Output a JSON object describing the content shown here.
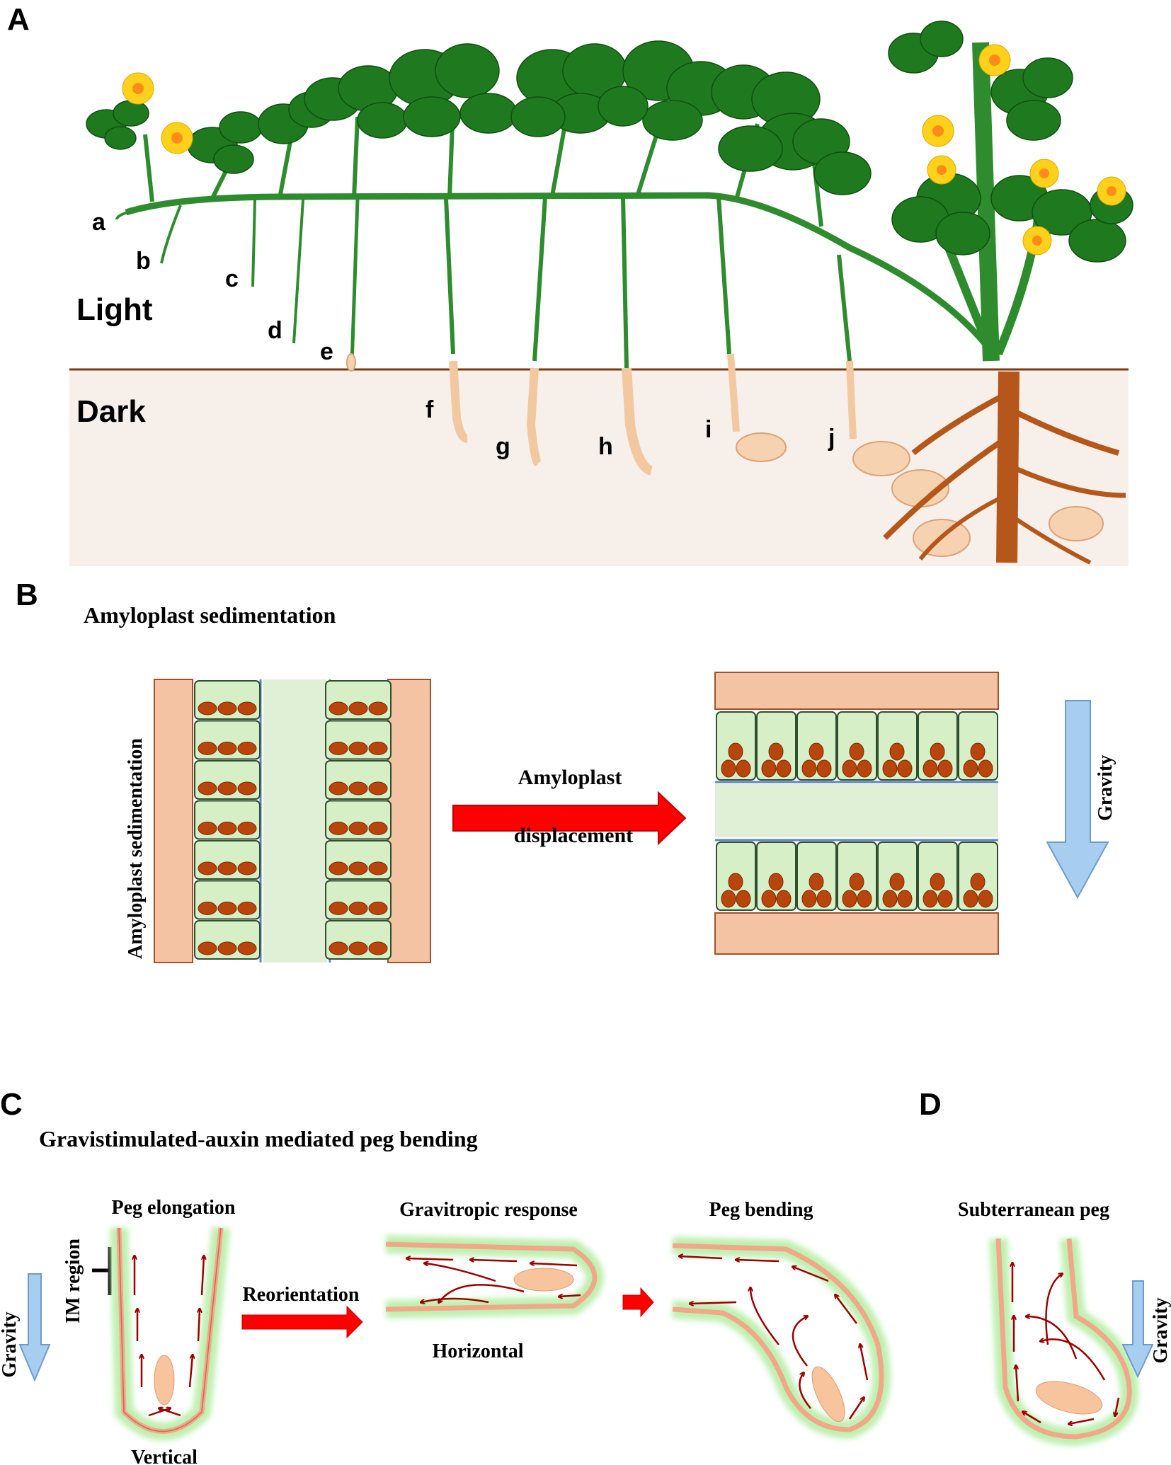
{
  "panels": {
    "a": {
      "letter": "A",
      "light_label": "Light",
      "dark_label": "Dark",
      "stages": [
        "a",
        "b",
        "c",
        "d",
        "e",
        "f",
        "g",
        "h",
        "i",
        "j"
      ]
    },
    "b": {
      "letter": "B",
      "title": "Amyloplast sedimentation",
      "side_label": "Amyloplast sedimentation",
      "arrow_line1": "Amyloplast",
      "arrow_line2": "displacement",
      "gravity_label": "Gravity"
    },
    "c": {
      "letter": "C",
      "title": "Gravistimulated-auxin mediated peg bending",
      "peg_elongation": "Peg elongation",
      "im_region": "IM  region",
      "gravity_label": "Gravity",
      "vertical": "Vertical",
      "reorientation": "Reorientation",
      "gravitropic_response": "Gravitropic response",
      "horizontal": "Horizontal",
      "peg_bending": "Peg bending"
    },
    "d": {
      "letter": "D",
      "title": "Subterranean peg",
      "gravity_label": "Gravity"
    }
  },
  "colors": {
    "leaf": "#1f7a1f",
    "stem": "#2e8b2e",
    "flower": "#ffd11a",
    "soil": "#f7efe9",
    "ground_line": "#7a3b12",
    "root": "#b5561a",
    "pod": "#f7d2b0",
    "cell_fill": "#d6efc6",
    "amyloplast": "#b8450c",
    "tissue": "#f3c3a3",
    "arrow_red": "#ff0000",
    "gravity_blue": "#a7cdf0",
    "auxin_arrow": "#9a0000"
  }
}
